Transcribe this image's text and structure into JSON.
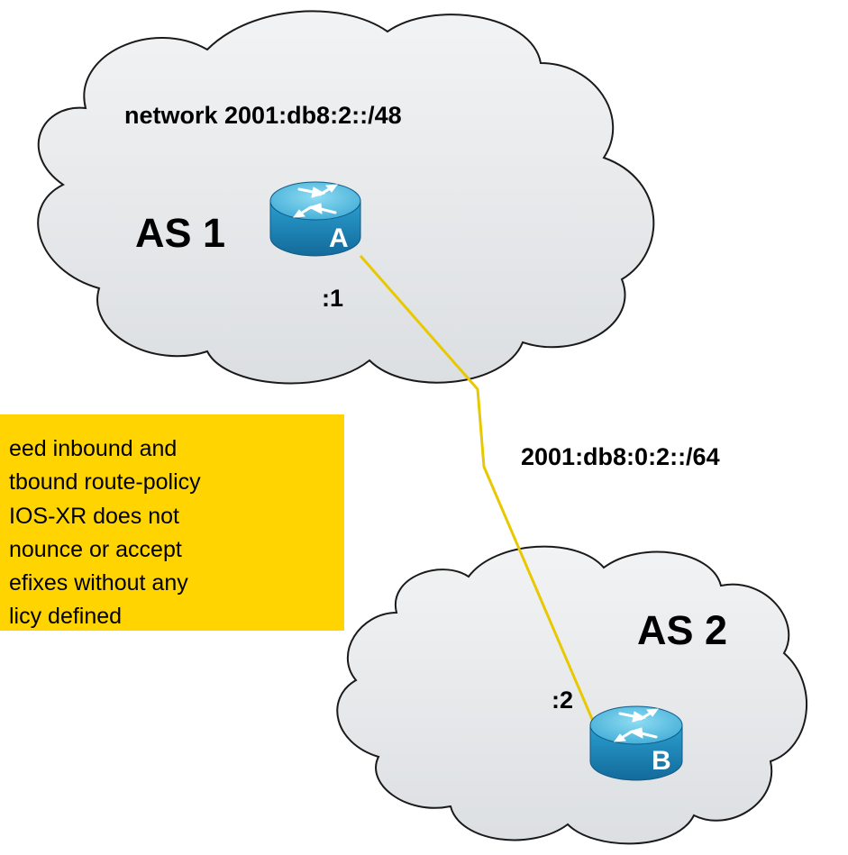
{
  "as1": {
    "label": "AS 1",
    "network": "network 2001:db8:2::/48",
    "interface": ":1"
  },
  "as2": {
    "label": "AS 2",
    "interface": ":2"
  },
  "router_a": {
    "label": "A"
  },
  "router_b": {
    "label": "B"
  },
  "link": {
    "label": "2001:db8:0:2::/64"
  },
  "note": {
    "lines": [
      "eed inbound and",
      "tbound route-policy",
      "IOS-XR does not",
      "nounce or accept",
      "efixes without any",
      "licy defined"
    ]
  },
  "colors": {
    "cloud_fill": "#e6e8ea",
    "cloud_stroke": "#1a1a1a",
    "router_top": "#4cb8dc",
    "router_side": "#1f8fc0",
    "link": "#e8c800",
    "note_bg": "#ffd400"
  }
}
